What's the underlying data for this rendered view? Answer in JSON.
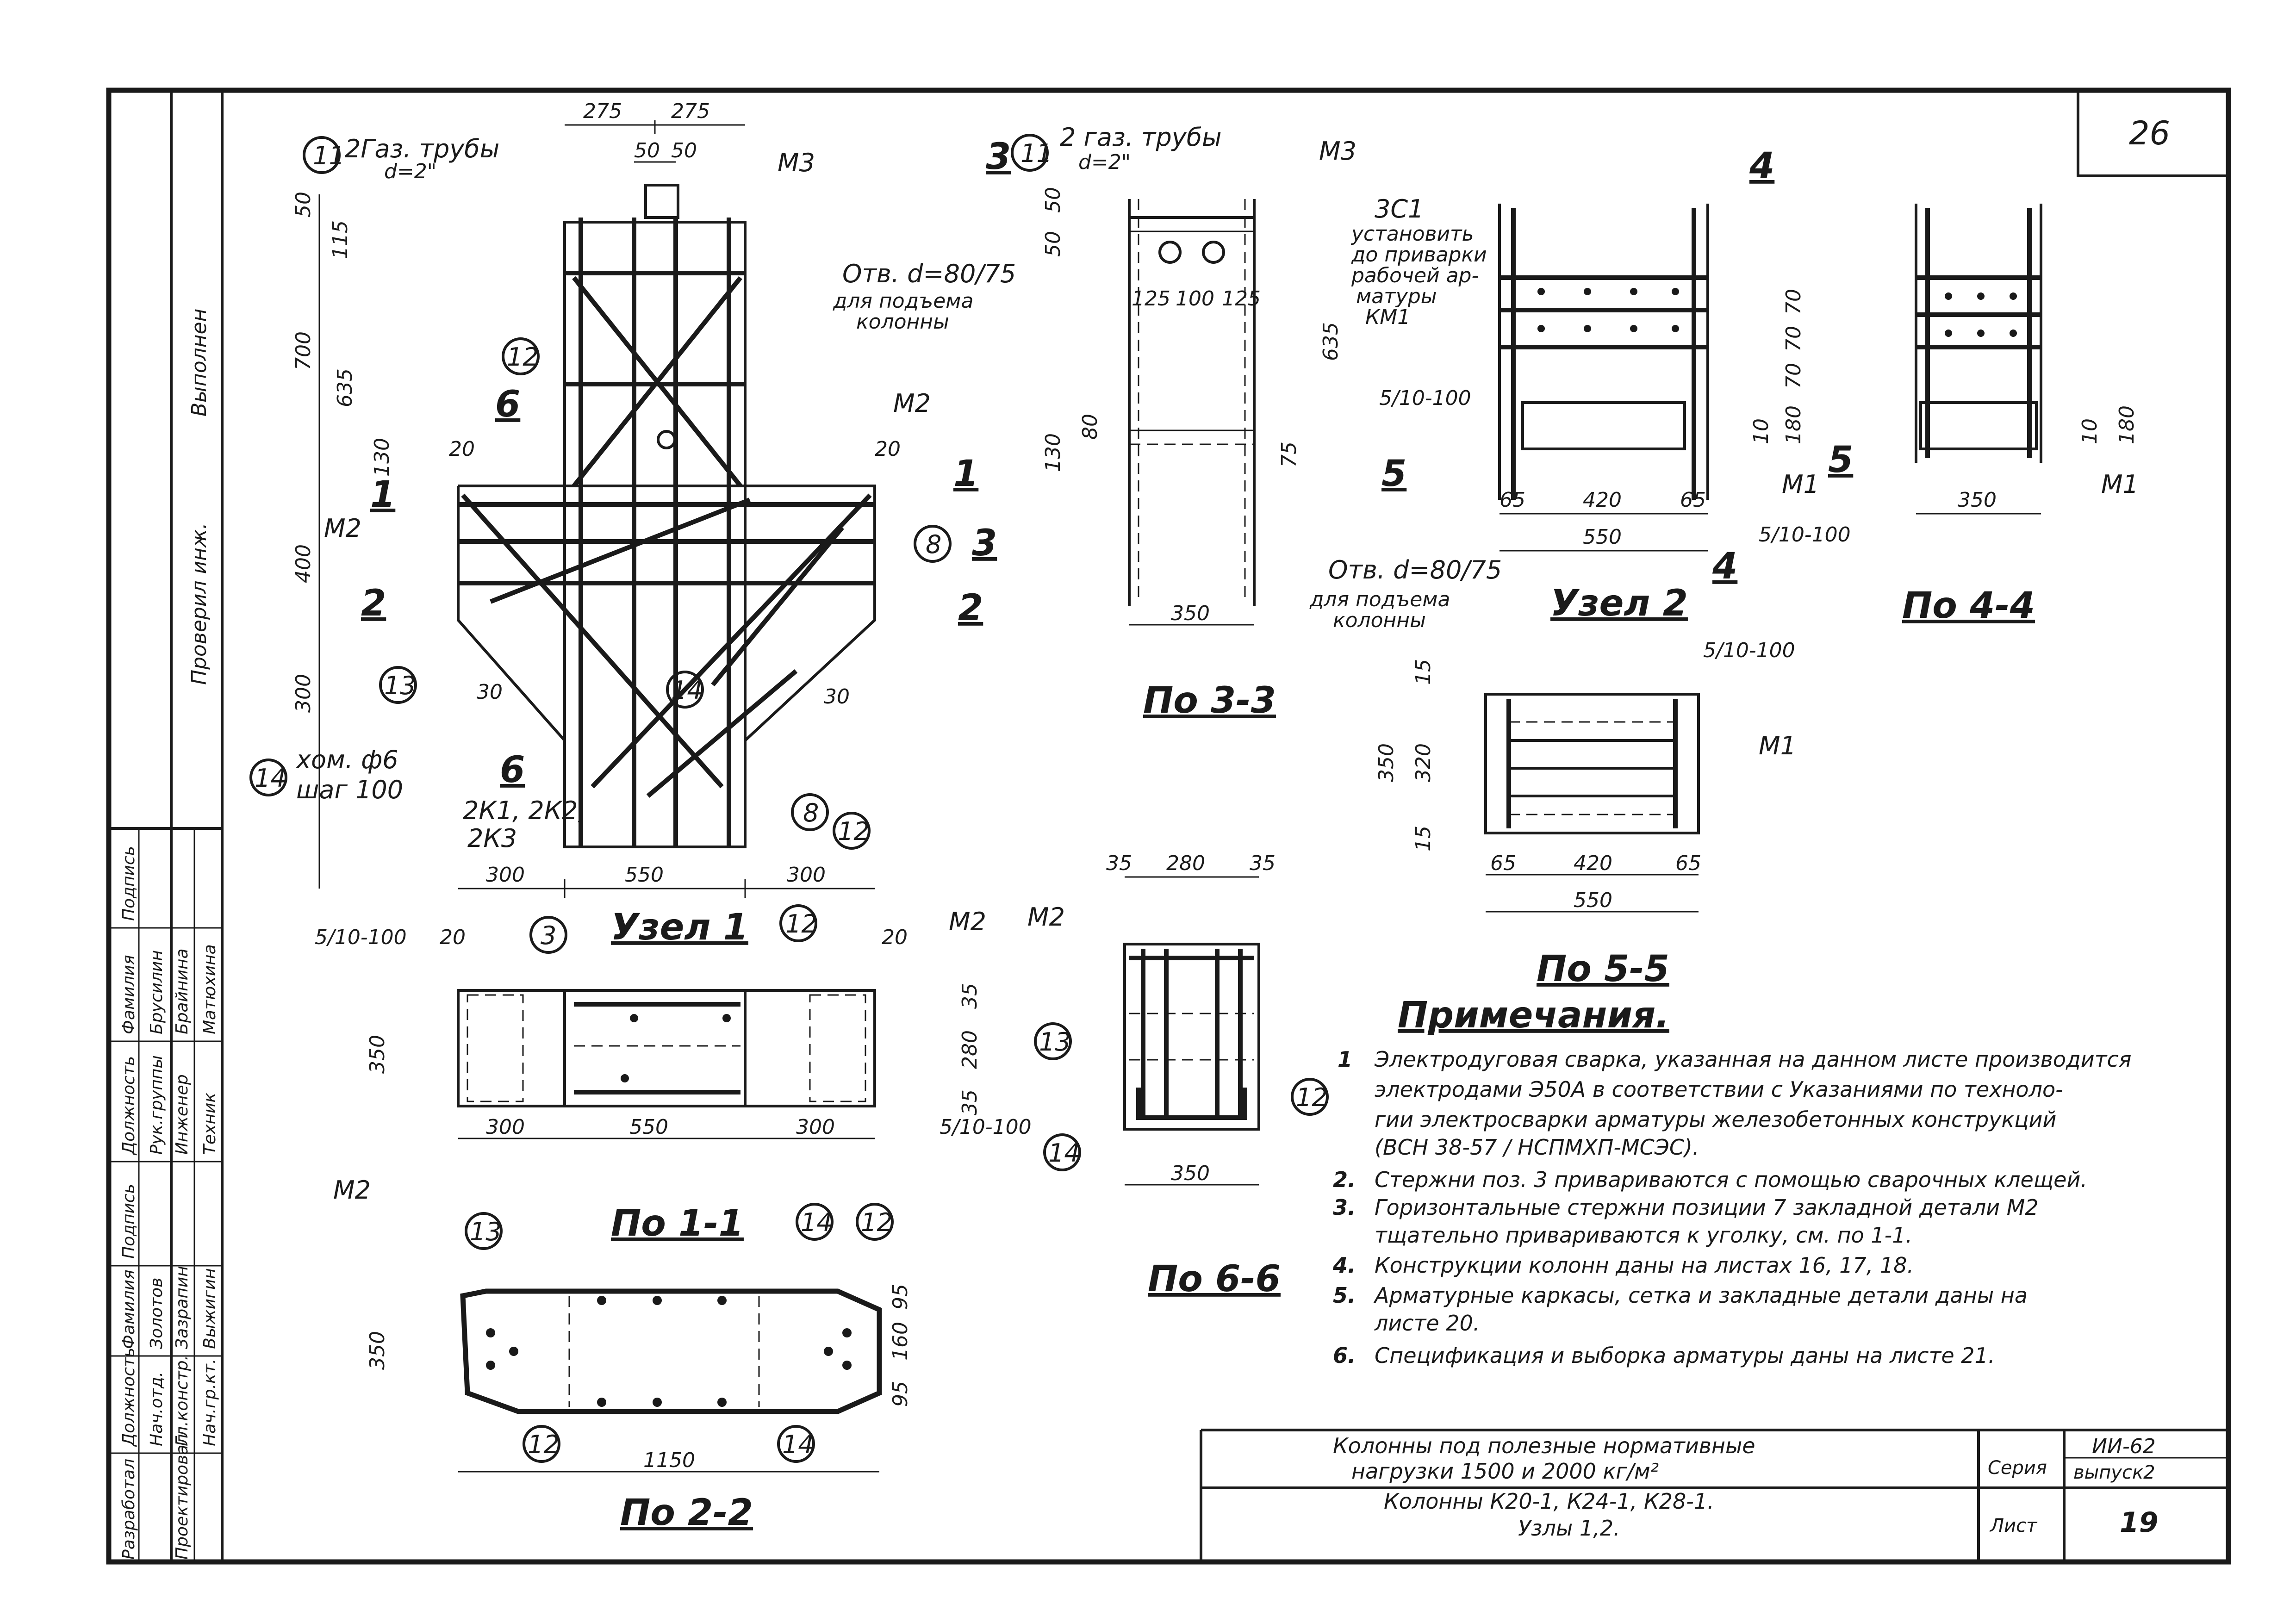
{
  "sheet": {
    "page_number": "26",
    "sheet_number": "19",
    "series": "ИИ-62",
    "issue": "выпуск2"
  },
  "title_block": {
    "title_line1": "Колонны под полезные нормативные",
    "title_line2": "нагрузки 1500 и 2000 кг/м²",
    "subtitle_line1": "Колонны К20-1, К24-1, К28-1.",
    "subtitle_line2": "Узлы 1,2.",
    "series_label": "Серия",
    "sheet_label": "Лист"
  },
  "side_stamp": {
    "row_dolzh_a": "Должность",
    "row_fam_a": "Фамилия",
    "row_podp_a": "Подпись",
    "row_dolzh_b": "Должность",
    "row_fam_b": "Фамилия",
    "row_podp_b": "Подпись",
    "nach_otd": "Нач.отд.",
    "zolotov": "Золотов",
    "gl_konstr": "Гл.констр.",
    "zazrapin": "Зазрапин",
    "nach_gr": "Нач.гр.кт.",
    "vyzhigin": "Выжигин",
    "ruk_gr": "Рук.группы",
    "brusnin": "Брусилин",
    "inzh": "Инженер",
    "braynina": "Брайнина",
    "tekhnik": "Техник",
    "matyukhin": "Матюхина",
    "razrabotal": "Разработал",
    "proektiroval": "Проектировал",
    "checked": "Проверил инж.",
    "signature_note": "Выполнен"
  },
  "uzel1": {
    "title": "Узел 1",
    "label_pipes": "2Газ. трубы",
    "label_pipes_d": "d=2\"",
    "label_m3": "М3",
    "label_m2": "М2",
    "label_hole": "Отв. d=80/75",
    "label_hole2": "для подъема",
    "label_hole3": "колонны",
    "label_khom": "хом. ф6",
    "label_shag": "шаг 100",
    "label_2k": "2К1, 2К2,",
    "label_2k3": "2К3",
    "dims_top": [
      "275",
      "275"
    ],
    "dims_top2": [
      "50",
      "50"
    ],
    "dims_left": [
      "50",
      "115",
      "700",
      "635",
      "130",
      "400",
      "300"
    ],
    "dims_bottom": [
      "300",
      "550",
      "300"
    ],
    "dim_20a": "20",
    "dim_20b": "20",
    "dim_30a": "30",
    "dim_30b": "30",
    "callouts": [
      "11",
      "12",
      "8",
      "13",
      "14",
      "3",
      "14",
      "8",
      "12"
    ],
    "sec1": "1",
    "sec2": "2",
    "sec3": "3",
    "sec6": "6"
  },
  "pa11": {
    "title": "По 1-1",
    "label_m2a": "М2",
    "label_m2b": "М2",
    "weld": "5/10-100",
    "weld2": "5/10-100",
    "dims_bottom": [
      "300",
      "550",
      "300"
    ],
    "dims_right": [
      "35",
      "280",
      "35"
    ],
    "dim_350": "350",
    "dim_20a": "20",
    "dim_20b": "20",
    "callouts": [
      "12"
    ]
  },
  "pa22": {
    "title": "По 2-2",
    "dims_right": [
      "95",
      "160",
      "95"
    ],
    "dim_350": "350",
    "dim_1150": "1150",
    "callouts": [
      "13",
      "14",
      "12",
      "12",
      "14"
    ]
  },
  "pa33": {
    "title": "По 3-3",
    "label_pipes": "2 газ. трубы",
    "label_pipes_d": "d=2\"",
    "label_m3": "М3",
    "label_hole": "Отв. d=80/75",
    "label_hole2": "для подъема",
    "label_hole3": "колонны",
    "dims_top": [
      "125",
      "100",
      "125"
    ],
    "dims_left": [
      "50",
      "50",
      "635",
      "80",
      "130",
      "75"
    ],
    "dim_350": "350",
    "callout": "11"
  },
  "uzel2": {
    "title": "Узел 2",
    "label_3c1": "3С1",
    "note1": "установить",
    "note2": "до приварки",
    "note3": "рабочей ар-",
    "note4": "матуры",
    "note5": "КМ1",
    "weld": "5/10-100",
    "weld2": "5/10-100",
    "label_m1": "М1",
    "dims_right": [
      "70",
      "70",
      "70",
      "180",
      "10"
    ],
    "dims_bottom": [
      "65",
      "420",
      "65"
    ],
    "dim_550": "550",
    "sec4": "4",
    "sec5": "5"
  },
  "pa44": {
    "title": "По 4-4",
    "label_m1": "М1",
    "dim_350": "350",
    "dims_right": [
      "10",
      "180"
    ]
  },
  "pa55": {
    "title": "По 5-5",
    "weld": "5/10-100",
    "label_m1": "М1",
    "dims_left": [
      "15",
      "350",
      "320",
      "15"
    ],
    "dims_bottom": [
      "65",
      "420",
      "65"
    ],
    "dim_550": "550"
  },
  "pa66": {
    "title": "По 6-6",
    "label_m2": "М2",
    "dims_top": [
      "35",
      "280",
      "35"
    ],
    "dim_350": "350",
    "callouts": [
      "13",
      "12",
      "14"
    ]
  },
  "notes": {
    "heading": "Примечания.",
    "items": [
      {
        "n": "1",
        "lines": [
          "Электродуговая сварка, указанная на данном листе производится",
          "электродами Э50А в соответствии с Указаниями по техноло-",
          "гии электросварки арматуры железобетонных конструкций",
          "(ВСН 38-57 / НСПМХП-МСЭС)."
        ]
      },
      {
        "n": "2.",
        "lines": [
          "Стержни поз. 3 привариваются с помощью сварочных клещей."
        ]
      },
      {
        "n": "3.",
        "lines": [
          "Горизонтальные стержни позиции 7 закладной детали М2",
          "тщательно привариваются к уголку, см. по 1-1."
        ]
      },
      {
        "n": "4.",
        "lines": [
          "Конструкции колонн даны на листах 16, 17, 18."
        ]
      },
      {
        "n": "5.",
        "lines": [
          "Арматурные каркасы, сетка и закладные детали даны на",
          "листе 20."
        ]
      },
      {
        "n": "6.",
        "lines": [
          "Спецификация и выборка арматуры даны на листе 21."
        ]
      }
    ]
  }
}
